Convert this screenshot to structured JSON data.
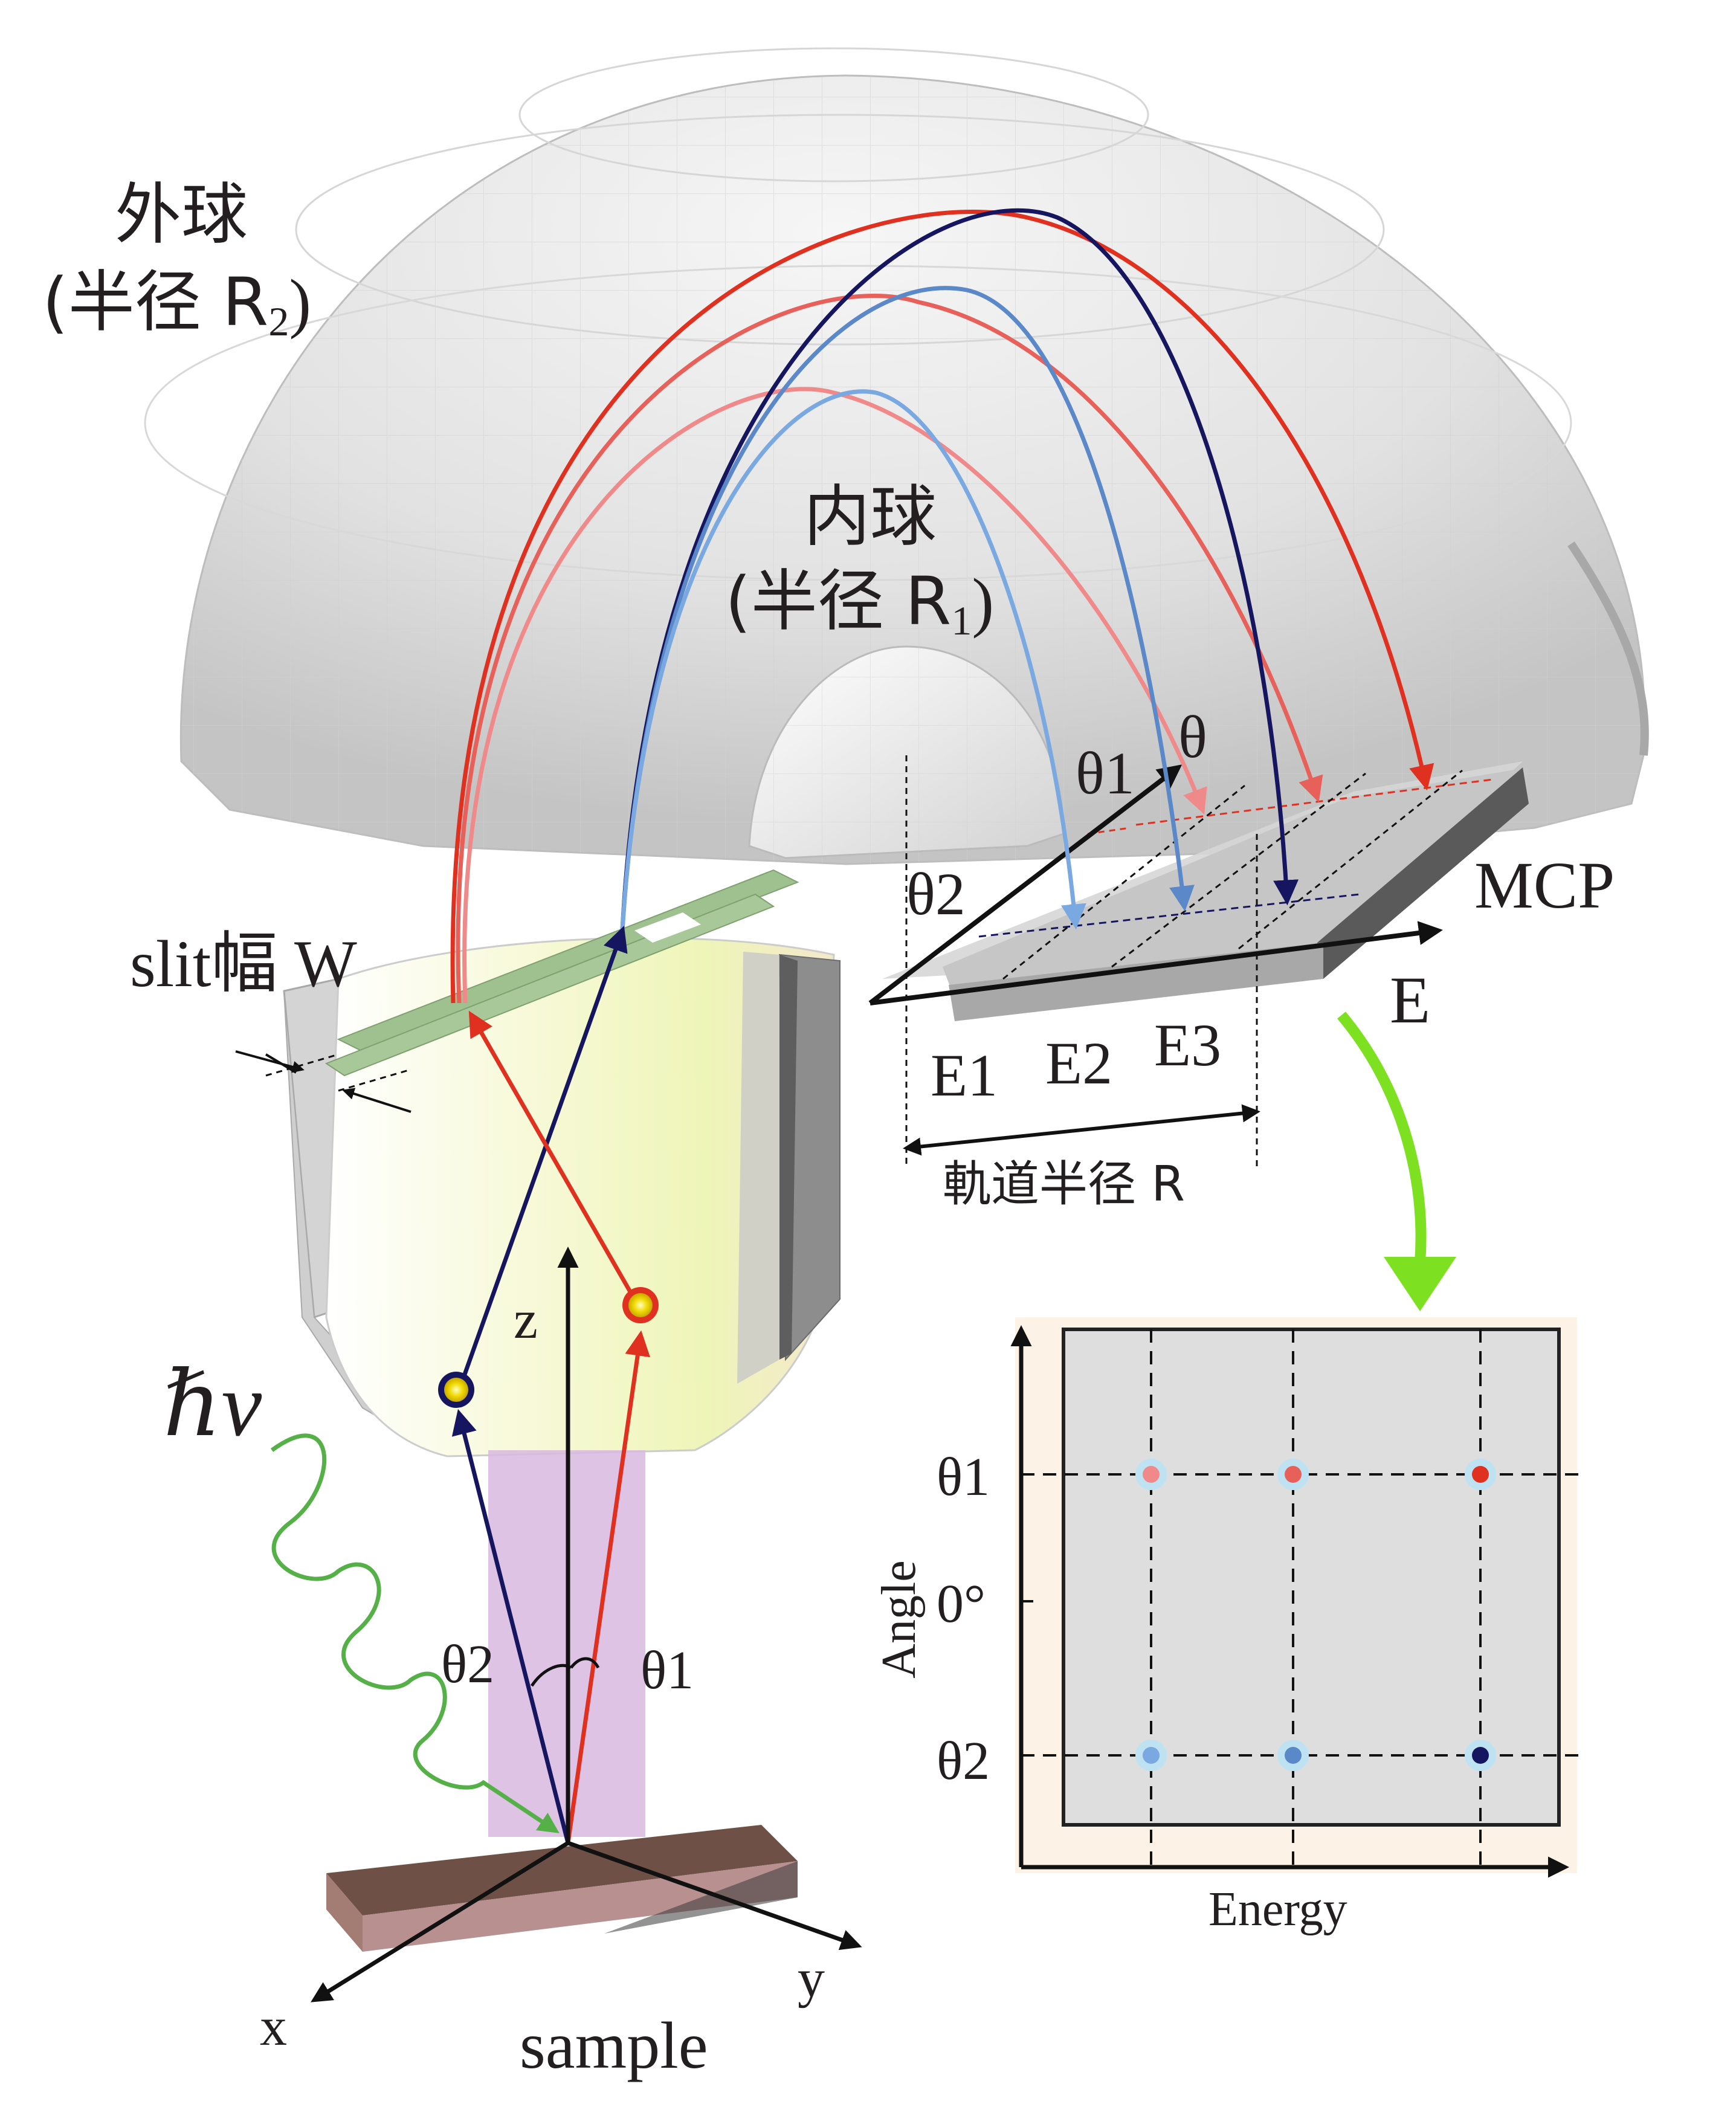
{
  "labels": {
    "outer_sphere": "外球",
    "outer_radius": "(半径 R",
    "outer_radius_sub": "2",
    "outer_radius_close": ")",
    "inner_sphere": "内球",
    "inner_radius": "(半径 R",
    "inner_radius_sub": "1",
    "inner_radius_close": ")",
    "slit": "slit幅 W",
    "theta": "θ",
    "theta1": "θ1",
    "theta2": "θ2",
    "mcp": "MCP",
    "energy_axis": "E",
    "e1": "E1",
    "e2": "E2",
    "e3": "E3",
    "orbit_radius": "軌道半径 R",
    "hv": "ℏν",
    "z": "z",
    "x": "x",
    "y": "y",
    "sample": "sample",
    "theta2_sample": "θ2",
    "theta1_sample": "θ1"
  },
  "plot": {
    "ylabel": "Angle",
    "xlabel": "Energy",
    "y_ticks": [
      "θ1",
      "0°",
      "θ2"
    ]
  },
  "colors": {
    "red_dark": "#e03020",
    "red_mid": "#e8605a",
    "red_light": "#f08a8a",
    "blue_dark": "#161660",
    "blue_mid": "#5a88c8",
    "blue_light": "#7aa8e0",
    "green_wave": "#55b048",
    "green_arrow": "#7de020",
    "slit": "#a8c89a",
    "sample_plate": "#b89090",
    "beam": "#d8b8e0",
    "plot_bg": "#dedede",
    "plot_frame": "#fdf2e6"
  }
}
